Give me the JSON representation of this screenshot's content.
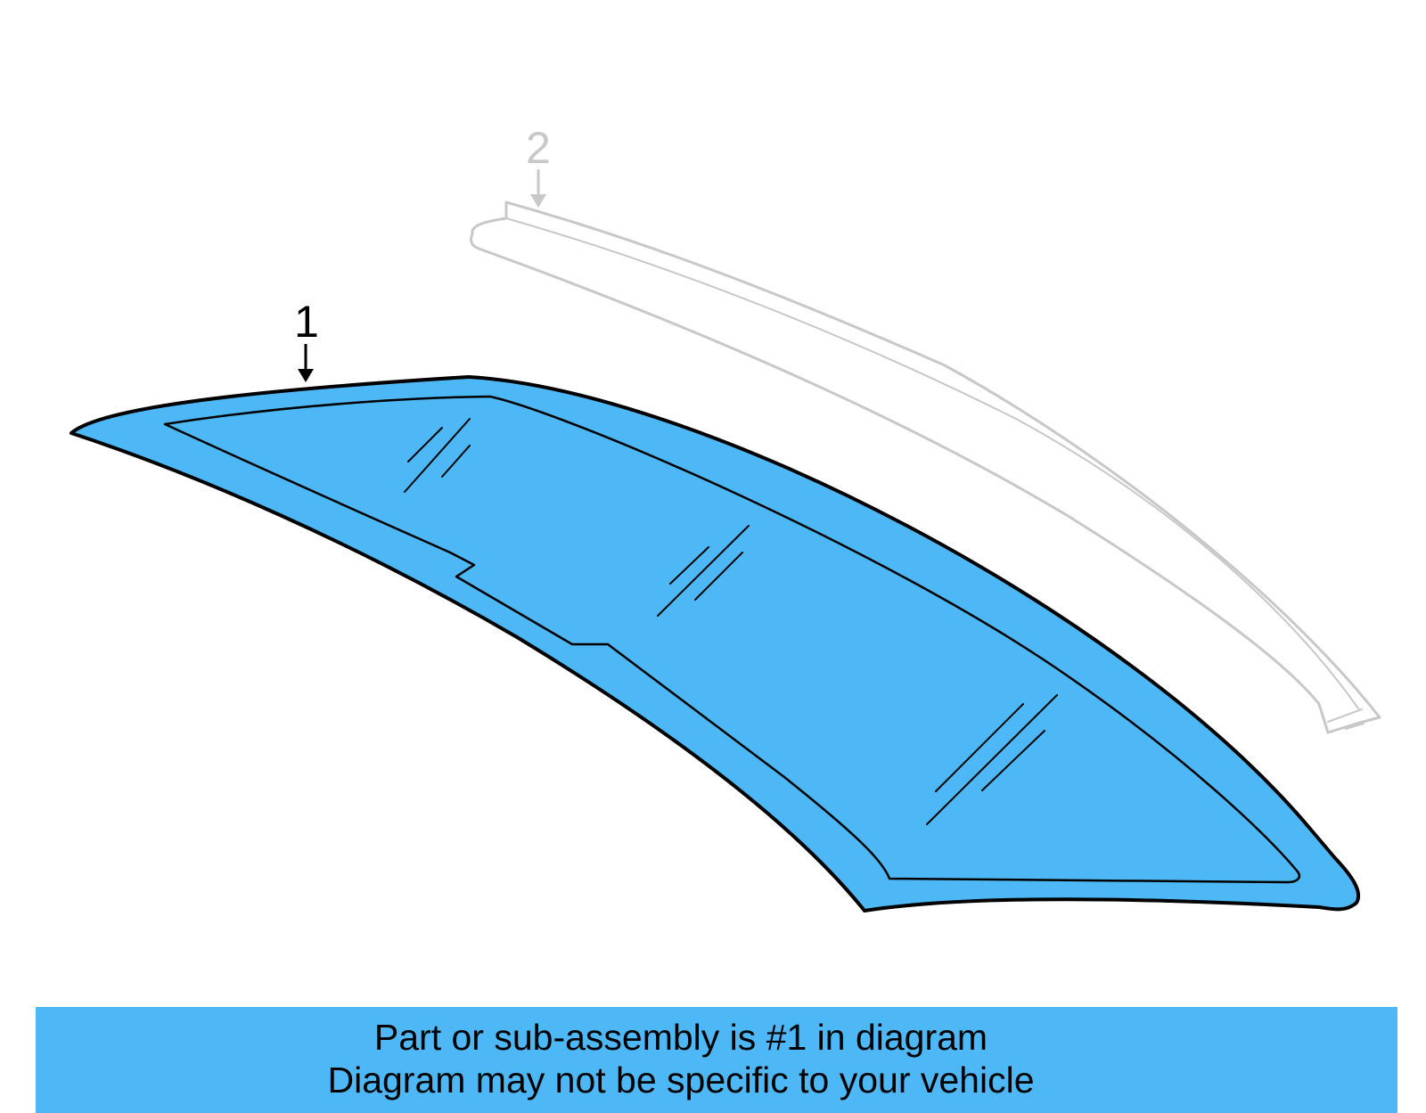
{
  "callouts": {
    "part1": "1",
    "part2": "2"
  },
  "banner": {
    "line1": "Part or sub-assembly is #1 in diagram",
    "line2": "Diagram may not be specific to your vehicle"
  },
  "colors": {
    "highlight_fill": "#4DB8F5",
    "outline": "#000000",
    "ghost": "#C8C8C8"
  }
}
